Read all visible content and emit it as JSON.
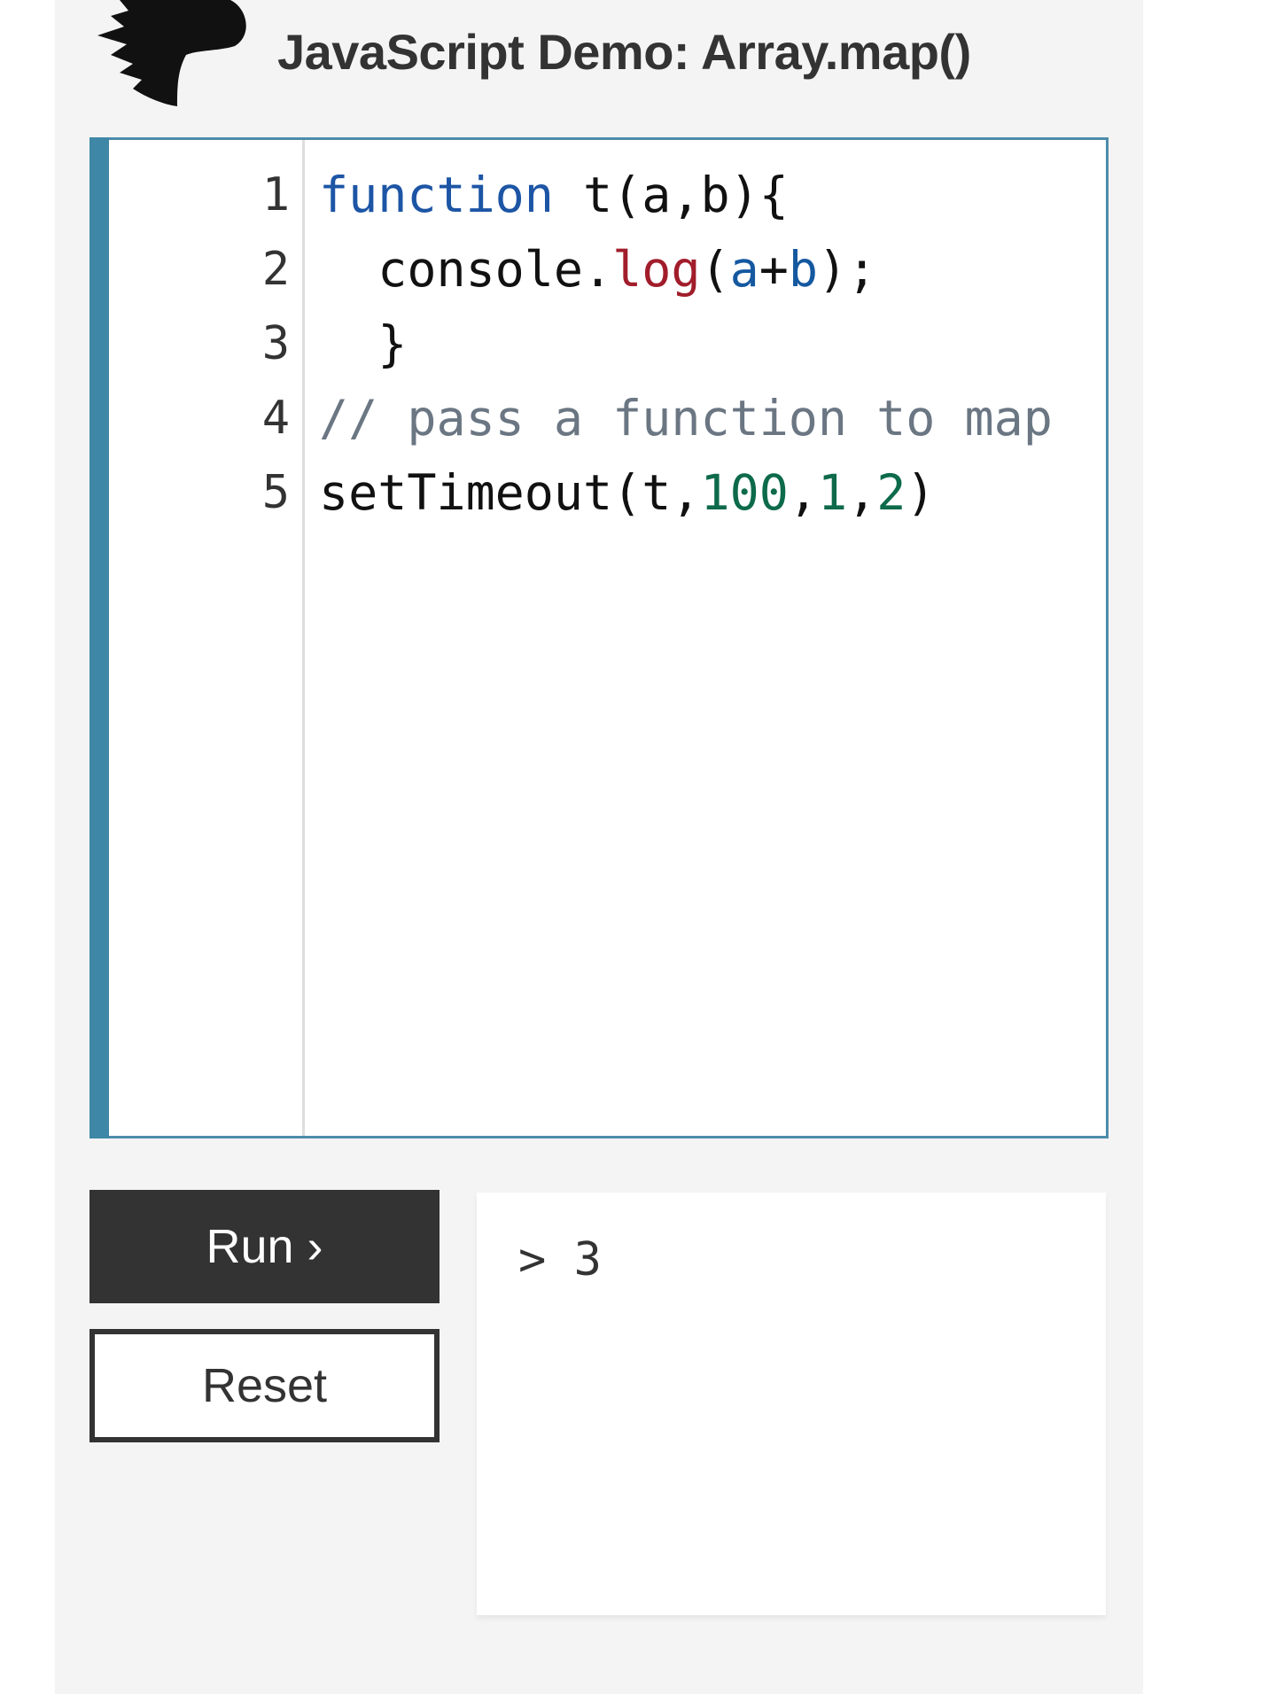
{
  "header": {
    "title": "JavaScript Demo: Array.map()",
    "logo": "dinosaur-logo"
  },
  "editor": {
    "line_numbers": [
      "1",
      "2",
      "3",
      "4",
      "5"
    ],
    "lines": [
      [
        {
          "t": "function",
          "c": "kw"
        },
        {
          "t": " t(a,b){",
          "c": ""
        }
      ],
      [
        {
          "t": "  console.",
          "c": ""
        },
        {
          "t": "log",
          "c": "fn"
        },
        {
          "t": "(",
          "c": ""
        },
        {
          "t": "a",
          "c": "var"
        },
        {
          "t": "+",
          "c": ""
        },
        {
          "t": "b",
          "c": "var"
        },
        {
          "t": ");",
          "c": ""
        }
      ],
      [
        {
          "t": "  }",
          "c": ""
        }
      ],
      [
        {
          "t": "// pass a function to map",
          "c": "cm"
        }
      ],
      [
        {
          "t": "setTimeout(t,",
          "c": ""
        },
        {
          "t": "100",
          "c": "num"
        },
        {
          "t": ",",
          "c": ""
        },
        {
          "t": "1",
          "c": "num"
        },
        {
          "t": ",",
          "c": ""
        },
        {
          "t": "2",
          "c": "num"
        },
        {
          "t": ")",
          "c": ""
        }
      ]
    ]
  },
  "buttons": {
    "run": "Run ›",
    "reset": "Reset"
  },
  "output": {
    "lines": [
      "> 3"
    ]
  },
  "colors": {
    "accent": "#3f87a6",
    "button_dark": "#333333",
    "keyword": "#1d55a5",
    "function": "#a11d2b",
    "number": "#0d6a4a",
    "comment": "#6b7683"
  }
}
